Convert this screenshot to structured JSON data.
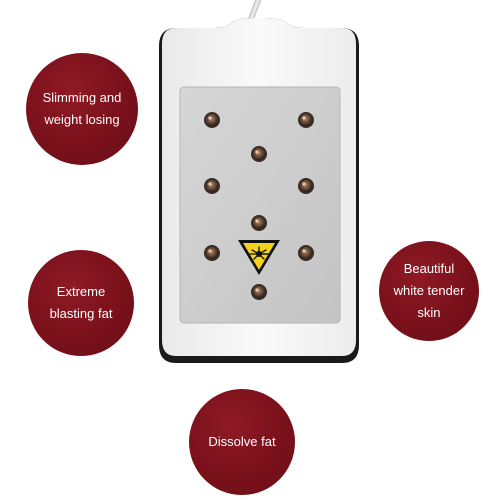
{
  "badges": [
    {
      "text": "Slimming and\nweight losing"
    },
    {
      "text": "Extreme\nblasting fat"
    },
    {
      "text": "Beautiful\nwhite tender\nskin"
    },
    {
      "text": "Dissolve fat"
    }
  ],
  "device": {
    "lens_count": 9,
    "colors": {
      "badge": "#7a111b",
      "body": "#f4f4f4",
      "bezel": "#1a1a1a",
      "panel": "#cfcfcf",
      "warning_yellow": "#f2d21a",
      "lens": "#6e5140"
    },
    "icons": [
      "laser-warning-icon"
    ]
  }
}
